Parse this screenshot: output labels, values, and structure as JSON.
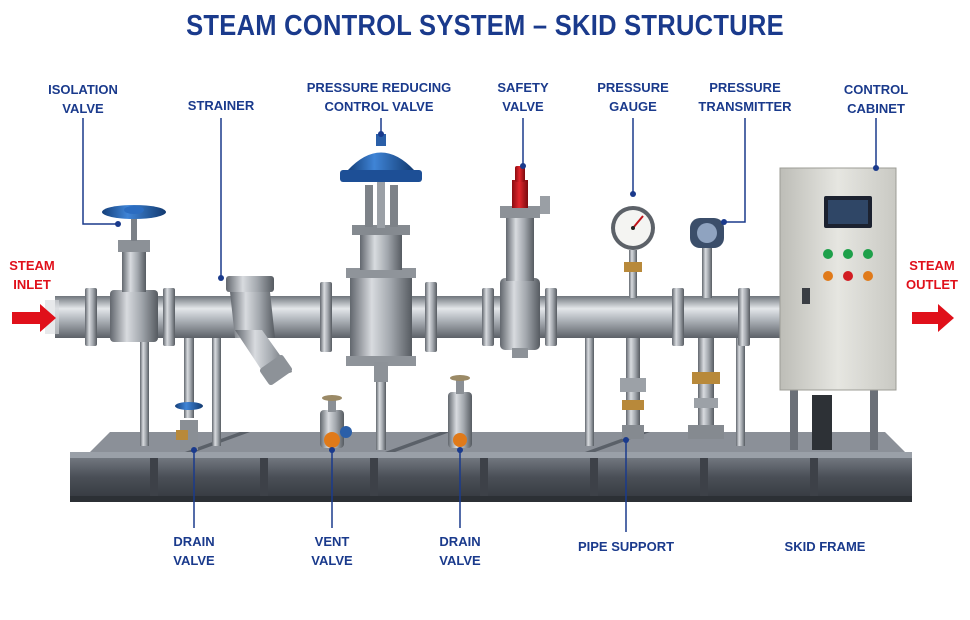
{
  "title": "STEAM CONTROL SYSTEM – SKID STRUCTURE",
  "labels": {
    "isolation_valve": [
      "ISOLATION",
      "VALVE"
    ],
    "strainer": [
      "STRAINER"
    ],
    "pressure_reducing_control_valve": [
      "PRESSURE REDUCING",
      "CONTROL VALVE"
    ],
    "safety_valve": [
      "SAFETY",
      "VALVE"
    ],
    "pressure_gauge": [
      "PRESSURE",
      "GAUGE"
    ],
    "pressure_transmitter": [
      "PRESSURE",
      "TRANSMITTER"
    ],
    "control_cabinet": [
      "CONTROL",
      "CABINET"
    ],
    "drain_valve_1": [
      "DRAIN",
      "VALVE"
    ],
    "vent_valve": [
      "VENT",
      "VALVE"
    ],
    "drain_valve_2": [
      "DRAIN",
      "VALVE"
    ],
    "pipe_support": [
      "PIPE SUPPORT"
    ],
    "skid_frame": [
      "SKID FRAME"
    ],
    "steam_inlet": [
      "STEAM",
      "INLET"
    ],
    "steam_outlet": [
      "STEAM",
      "OUTLET"
    ]
  },
  "colors": {
    "label_text": "#1a3a8c",
    "flow_arrow": "#e0101a",
    "valve_actuator": "#1f5fb3",
    "safety_valve_cap": "#c8141c",
    "pipe_steel": "#a9aeb4",
    "frame_steel": "#4a4f57",
    "cabinet": "#d9d9d4"
  }
}
